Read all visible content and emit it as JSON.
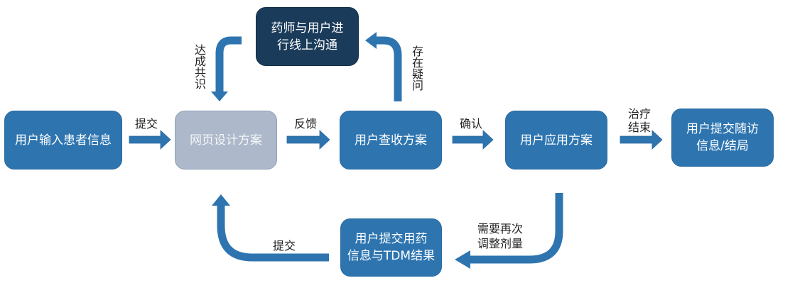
{
  "diagram": {
    "colors": {
      "node_blue": "#2e75b0",
      "node_gray": "#adb9ca",
      "node_dark": "#1b3b5a",
      "arrow": "#2e75b0",
      "label_text": "#222222"
    },
    "nodes": {
      "patient_input": "用户输入患者信息",
      "web_design": "网页设计方案",
      "user_review": "用户查收方案",
      "user_apply": "用户应用方案",
      "followup": "用户提交随访\n信息/结局",
      "pharmacist_comm": "药师与用户进\n行线上沟通",
      "tdm_submit": "用户提交用药\n信息与TDM结果"
    },
    "edges": {
      "input_to_design": "提交",
      "design_to_review": "反馈",
      "review_to_apply": "确认",
      "apply_to_followup": "治疗\n结束",
      "review_to_comm": "存在疑问",
      "comm_to_design": "达成共识",
      "apply_to_tdm": "需要再次\n调整剂量",
      "tdm_to_design": "提交"
    }
  }
}
